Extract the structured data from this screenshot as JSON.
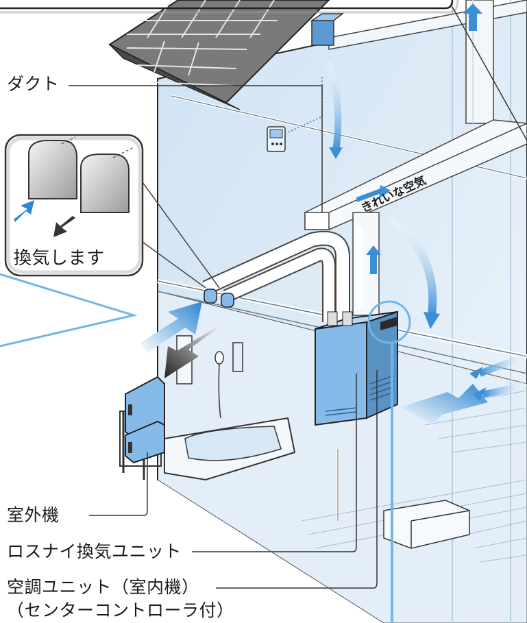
{
  "labels": {
    "duct": "ダクト",
    "outdoor_unit": "室外機",
    "lossnay_unit": "ロスナイ換気ユニット",
    "ac_unit_line1": "空調ユニット（室内機）",
    "ac_unit_line2": "（センターコントローラ付）",
    "clean_air": "きれいな空気",
    "ventilation": "換気します"
  },
  "colors": {
    "wall": "#dbe9f5",
    "wall_light": "#e9f2fa",
    "unit_blue": "#86bbe9",
    "unit_dark": "#5b92c4",
    "arrow_blue": "#3b8fd6",
    "arrow_dark": "#2a2a2a",
    "leader_blue": "#6fb6e8",
    "line": "#222222"
  }
}
